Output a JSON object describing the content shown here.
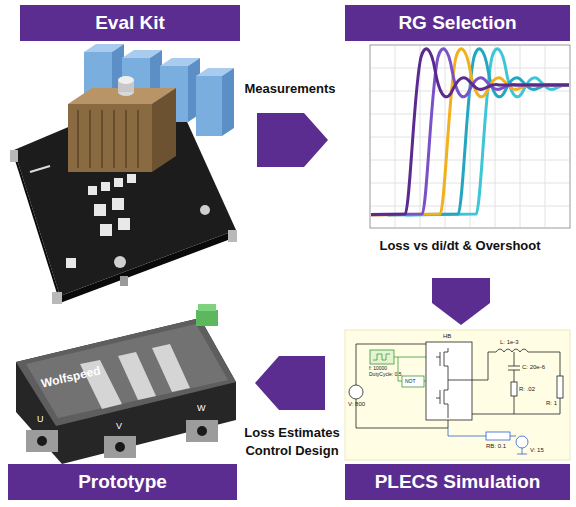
{
  "diagram": {
    "nodes": [
      {
        "text": [
          "Eval Kit"
        ]
      },
      {
        "text": [
          "RG Selection"
        ]
      },
      {
        "text": [
          "Prototype"
        ]
      },
      {
        "text": [
          "PLECS Simulation"
        ]
      }
    ],
    "edges": [
      {
        "from": 0,
        "to": 1,
        "arrow": "to",
        "label": "Measurements"
      },
      {
        "from": 1,
        "to": 3,
        "arrow": "to",
        "label": "Loss vs di/dt & Overshoot"
      },
      {
        "from": 3,
        "to": 2,
        "arrow": "to",
        "label": "Loss Estimates Control Design"
      }
    ],
    "labels": [
      "HB",
      "V: 800",
      "f: 10000",
      "DutyCycle: 0.5",
      "NOT",
      "L: 1e-3",
      "C: 20e-6",
      "R: .02",
      "R: 1",
      "RB: 0.1",
      "V: 15",
      "Wolfspeed",
      "U",
      "V",
      "W"
    ]
  }
}
